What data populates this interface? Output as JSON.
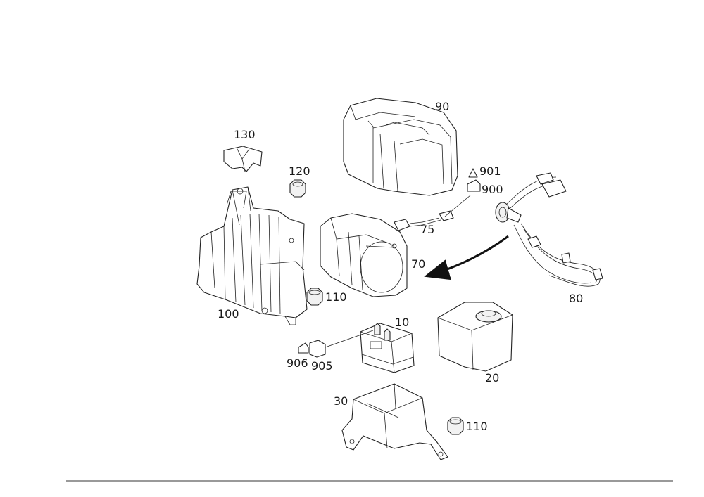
{
  "labels": {
    "p90": "90",
    "p130": "130",
    "p120": "120",
    "p901": "901",
    "p900": "900",
    "p75": "75",
    "p70": "70",
    "p80": "80",
    "p100": "100",
    "p110a": "110",
    "p10": "10",
    "p906": "906",
    "p905": "905",
    "p20": "20",
    "p30": "30",
    "p110b": "110"
  }
}
